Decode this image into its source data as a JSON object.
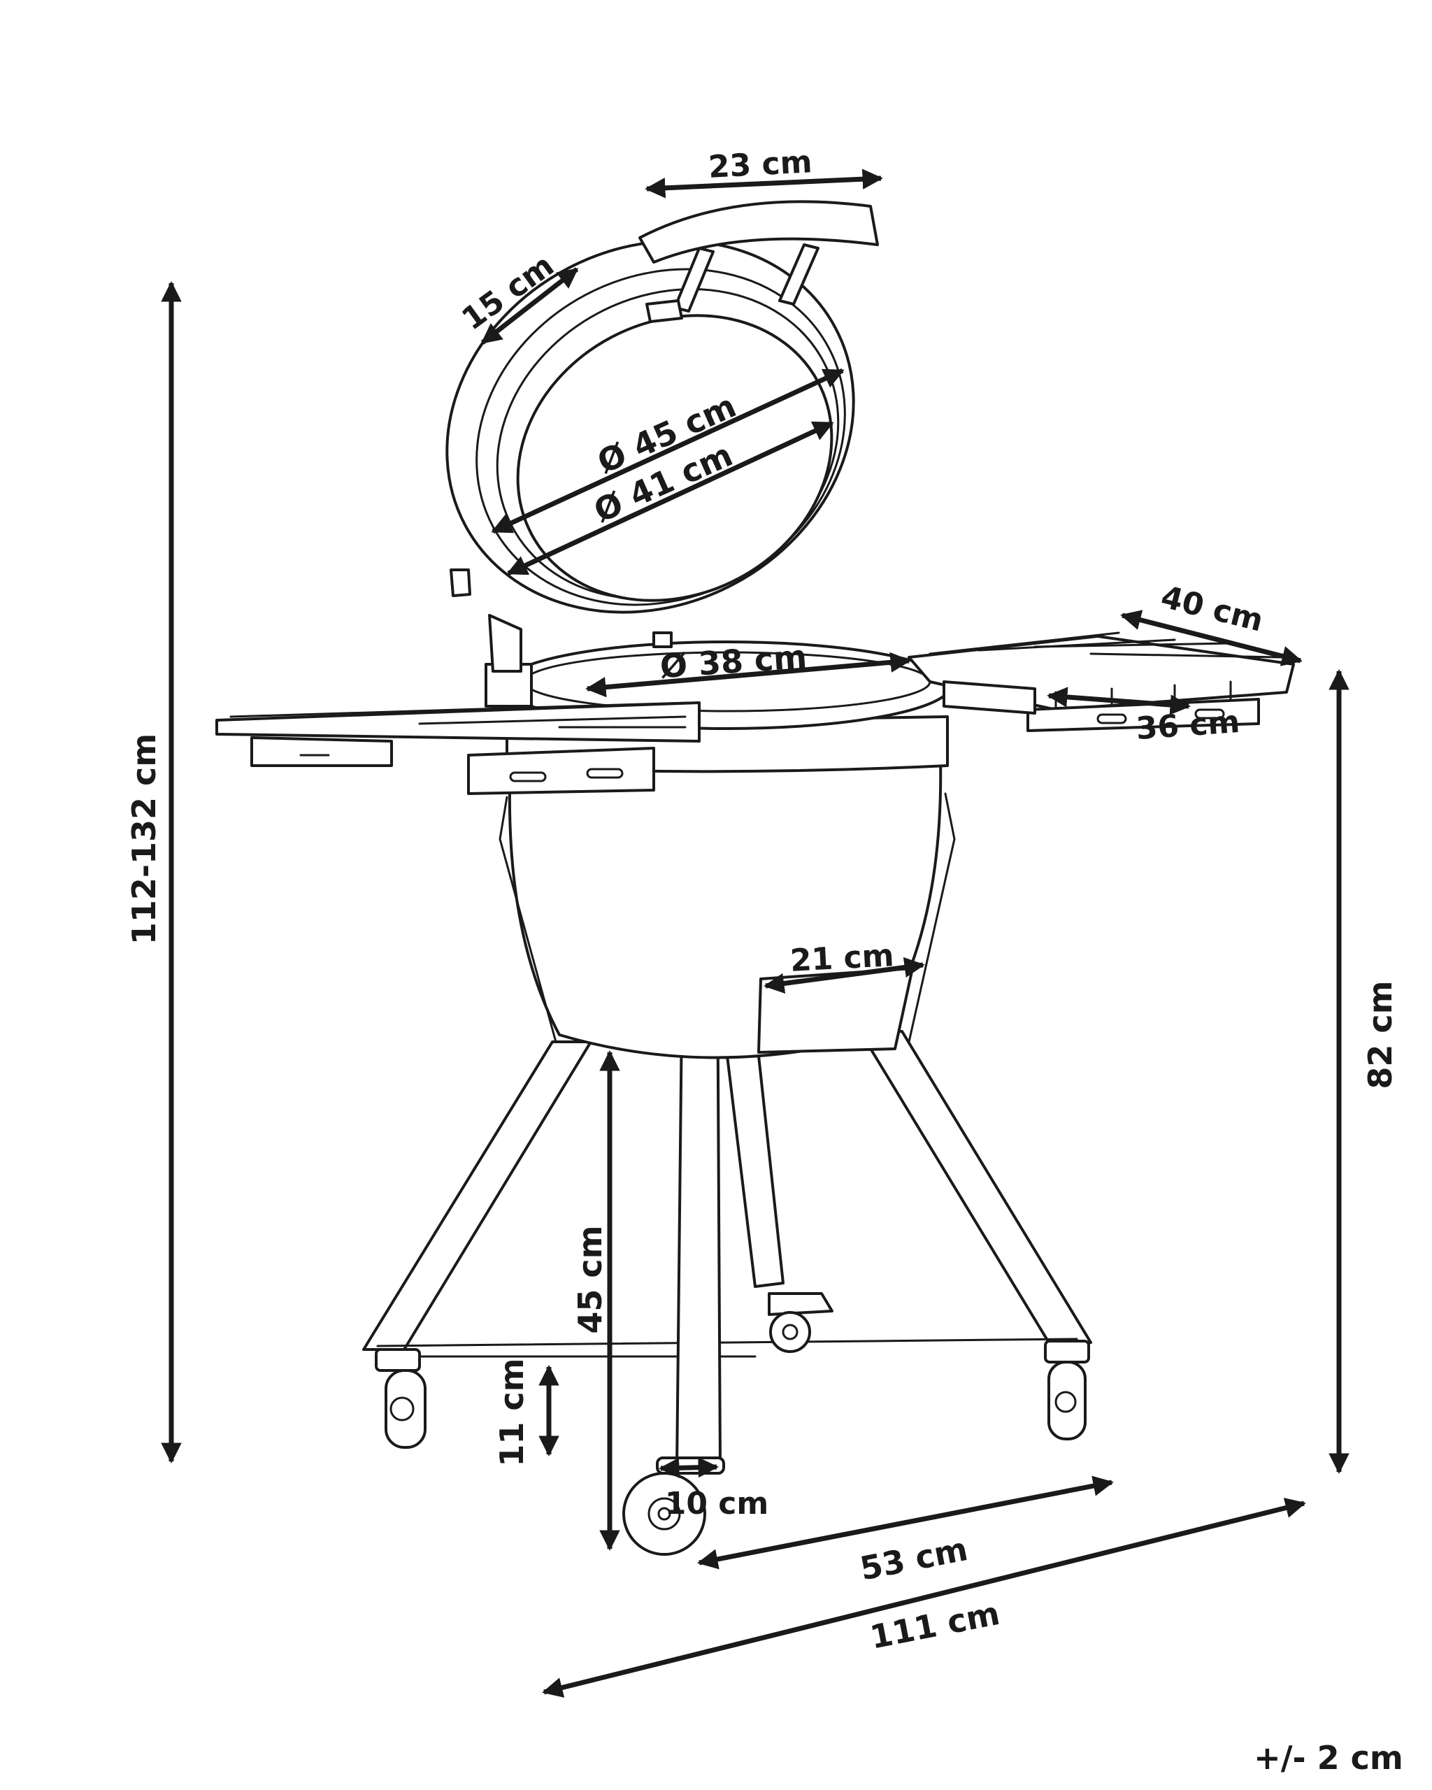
{
  "dimensions": {
    "handle_width": "23 cm",
    "lid_depth": "15 cm",
    "lid_outer_diameter": "Ø 45 cm",
    "lid_inner_diameter": "Ø 41 cm",
    "grill_diameter": "Ø 38 cm",
    "shelf_length": "40 cm",
    "shelf_depth": "36 cm",
    "total_height": "112-132 cm",
    "table_height": "82 cm",
    "vent_width": "21 cm",
    "base_height": "45 cm",
    "wheel_height": "11 cm",
    "wheel_width": "10 cm",
    "stand_width": "53 cm",
    "total_width": "111 cm"
  },
  "tolerance": "+/- 2 cm"
}
